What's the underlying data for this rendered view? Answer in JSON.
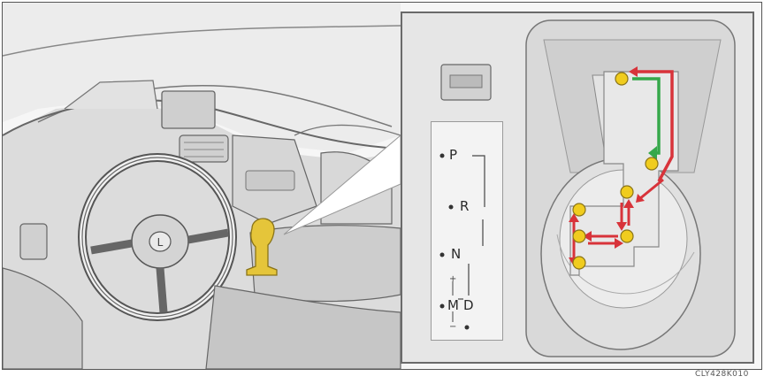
{
  "figure": {
    "alt": "",
    "code": "CLY428K010"
  },
  "shift_gate": {
    "positions": [
      {
        "label": "P"
      },
      {
        "label": "R"
      },
      {
        "label": "N"
      },
      {
        "label": "D"
      }
    ],
    "manual": {
      "label": "M",
      "plus": "+",
      "minus": "−"
    }
  },
  "arrows": {
    "green": "#35a84a",
    "red": "#d8333a",
    "knob_dot": "#f0cc1e",
    "shifter": "#e5c53a"
  }
}
